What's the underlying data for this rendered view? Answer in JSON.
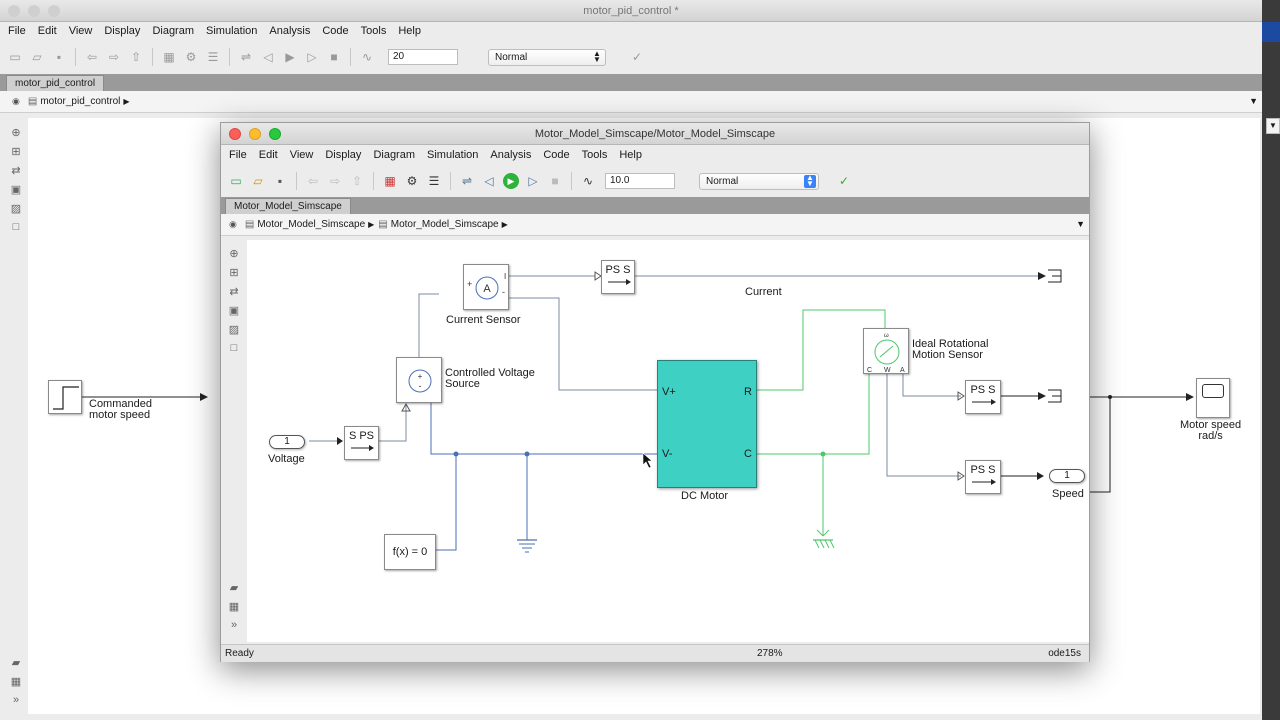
{
  "back_window": {
    "title": "motor_pid_control *",
    "menu": [
      "File",
      "Edit",
      "View",
      "Display",
      "Diagram",
      "Simulation",
      "Analysis",
      "Code",
      "Tools",
      "Help"
    ],
    "stop_time": "20",
    "sim_mode": "Normal",
    "tab": "motor_pid_control",
    "breadcrumb": "motor_pid_control",
    "blocks": {
      "step_label_1": "Commanded",
      "step_label_2": "motor speed",
      "scope_label_1": "Motor speed",
      "scope_label_2": "rad/s"
    }
  },
  "front_window": {
    "title": "Motor_Model_Simscape/Motor_Model_Simscape",
    "menu": [
      "File",
      "Edit",
      "View",
      "Display",
      "Diagram",
      "Simulation",
      "Analysis",
      "Code",
      "Tools",
      "Help"
    ],
    "stop_time": "10.0",
    "sim_mode": "Normal",
    "tab": "Motor_Model_Simscape",
    "breadcrumb": [
      "Motor_Model_Simscape",
      "Motor_Model_Simscape"
    ],
    "status": {
      "left": "Ready",
      "zoom": "278%",
      "solver": "ode15s"
    },
    "blocks": {
      "current_sensor": "Current Sensor",
      "cvs_1": "Controlled Voltage",
      "cvs_2": "Source",
      "voltage_port_num": "1",
      "voltage": "Voltage",
      "sps": "S PS",
      "ps_s": "PS S",
      "current": "Current",
      "dc_motor": "DC Motor",
      "vplus": "V+",
      "vminus": "V-",
      "r": "R",
      "c": "C",
      "irms_1": "Ideal Rotational",
      "irms_2": "Motion Sensor",
      "speed_port_num": "1",
      "speed": "Speed",
      "fx": "f(x) = 0"
    }
  },
  "colors": {
    "motor_fill": "#3fd0c4",
    "conn_green": "#4cc86a",
    "conn_blue": "#4a6fb5",
    "conn_gray": "#7a8da0"
  }
}
